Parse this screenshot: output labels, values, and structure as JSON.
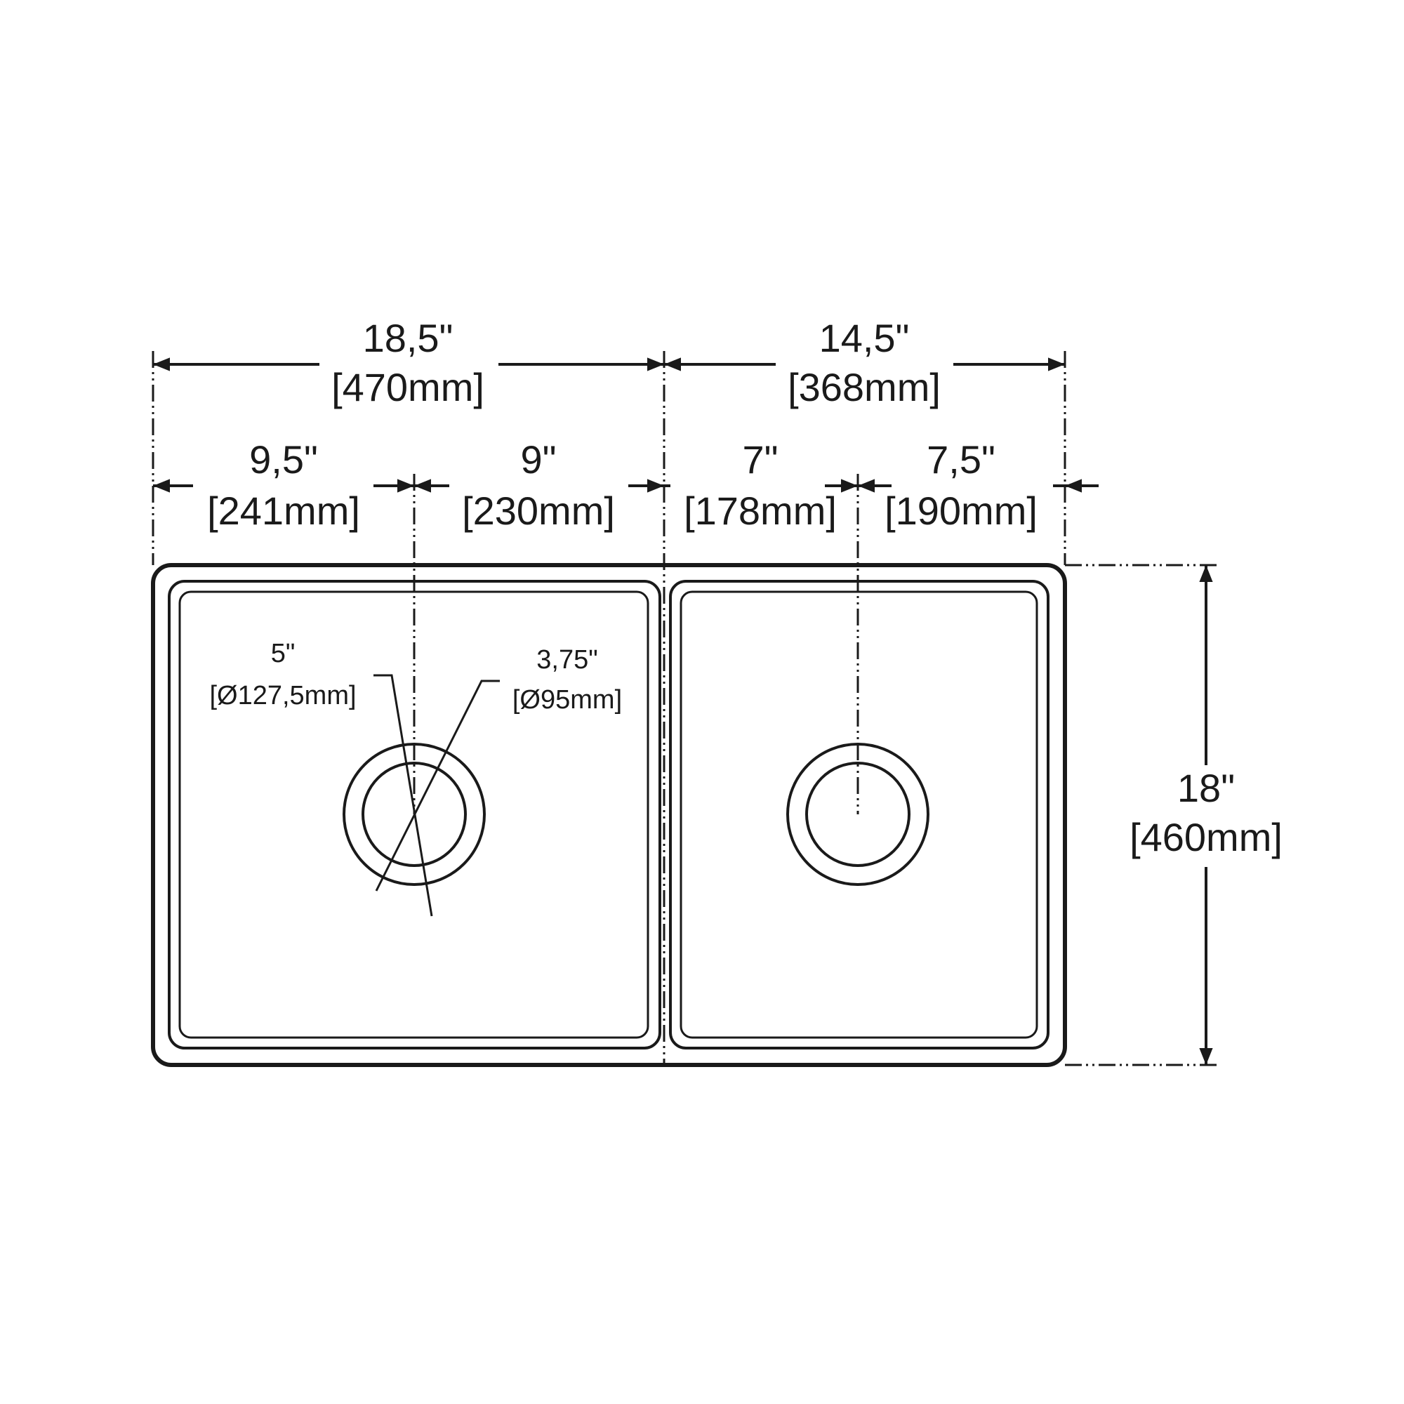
{
  "dimensions": {
    "left_total": {
      "inch": "18,5\"",
      "mm": "[470mm]"
    },
    "right_total": {
      "inch": "14,5\"",
      "mm": "[368mm]"
    },
    "left_a": {
      "inch": "9,5\"",
      "mm": "[241mm]"
    },
    "left_b": {
      "inch": "9\"",
      "mm": "[230mm]"
    },
    "right_a": {
      "inch": "7\"",
      "mm": "[178mm]"
    },
    "right_b": {
      "inch": "7,5\"",
      "mm": "[190mm]"
    },
    "depth": {
      "inch": "18\"",
      "mm": "[460mm]"
    },
    "drain_outer": {
      "inch": "5\"",
      "mm": "[Ø127,5mm]"
    },
    "drain_inner": {
      "inch": "3,75\"",
      "mm": "[Ø95mm]"
    }
  }
}
